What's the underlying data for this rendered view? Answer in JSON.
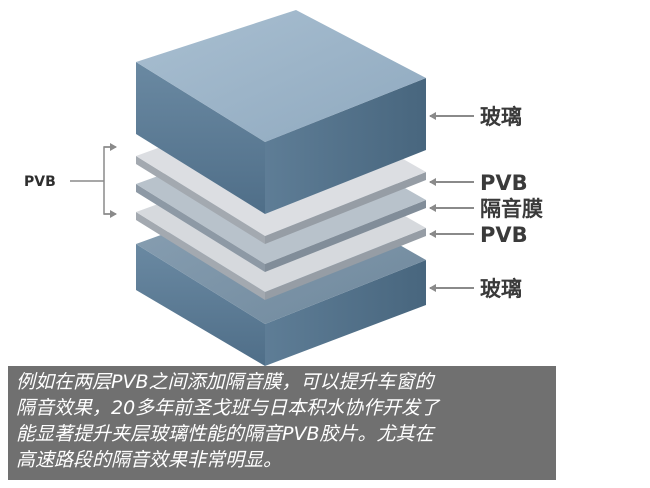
{
  "labels": {
    "glass_top": "玻璃",
    "pvb_upper": "PVB",
    "acoustic_film": "隔音膜",
    "pvb_lower": "PVB",
    "glass_bottom": "玻璃",
    "pvb_group": "PVB"
  },
  "caption": {
    "line1": "例如在两层PVB之间添加隔音膜，可以提升车窗的",
    "line2": "隔音效果，20多年前圣戈班与日本积水协作开发了",
    "line3": "能显著提升夹层玻璃性能的隔音PVB胶片。尤其在",
    "line4": "高速路段的隔音效果非常明显。"
  },
  "colors": {
    "glass_top_face": "#9cb4c8",
    "glass_side_dark": "#5c7c96",
    "glass_bottom_face": "#7d93a6",
    "pvb_top_face": "#dcdee2",
    "film_top_face": "#b9c3cc",
    "arrow": "#8a8a8a",
    "caption_bg": "#5c5c5c"
  }
}
